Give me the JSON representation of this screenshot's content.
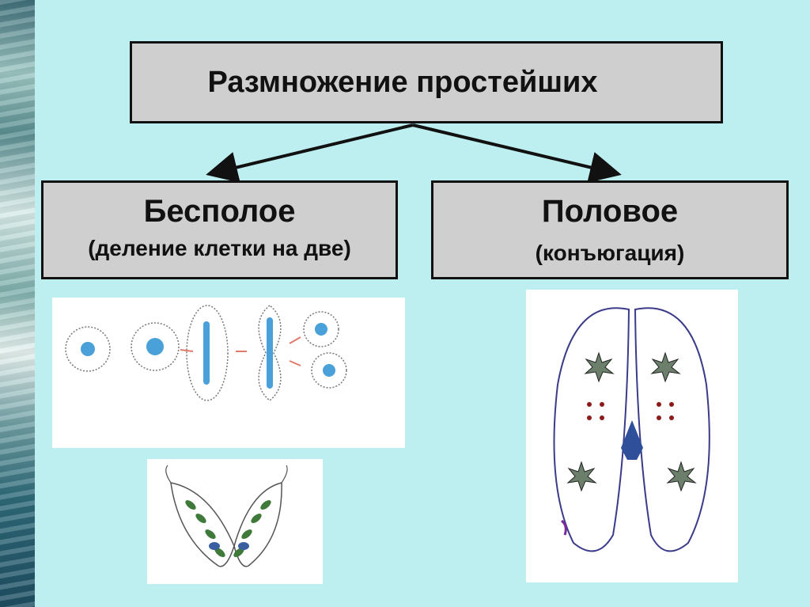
{
  "title": "Размножение простейших",
  "asexual": {
    "heading": "Бесполое",
    "subtitle": "(деление клетки на две)"
  },
  "sexual": {
    "heading": "Половое",
    "subtitle": "(конъюгация)"
  },
  "colors": {
    "background": "#bdeef0",
    "box_fill": "#cfcfcf",
    "box_border": "#111111",
    "nucleus_blue": "#4aa0d8",
    "cell_green": "#3f7a3a",
    "dot_red": "#8b1a1a"
  }
}
